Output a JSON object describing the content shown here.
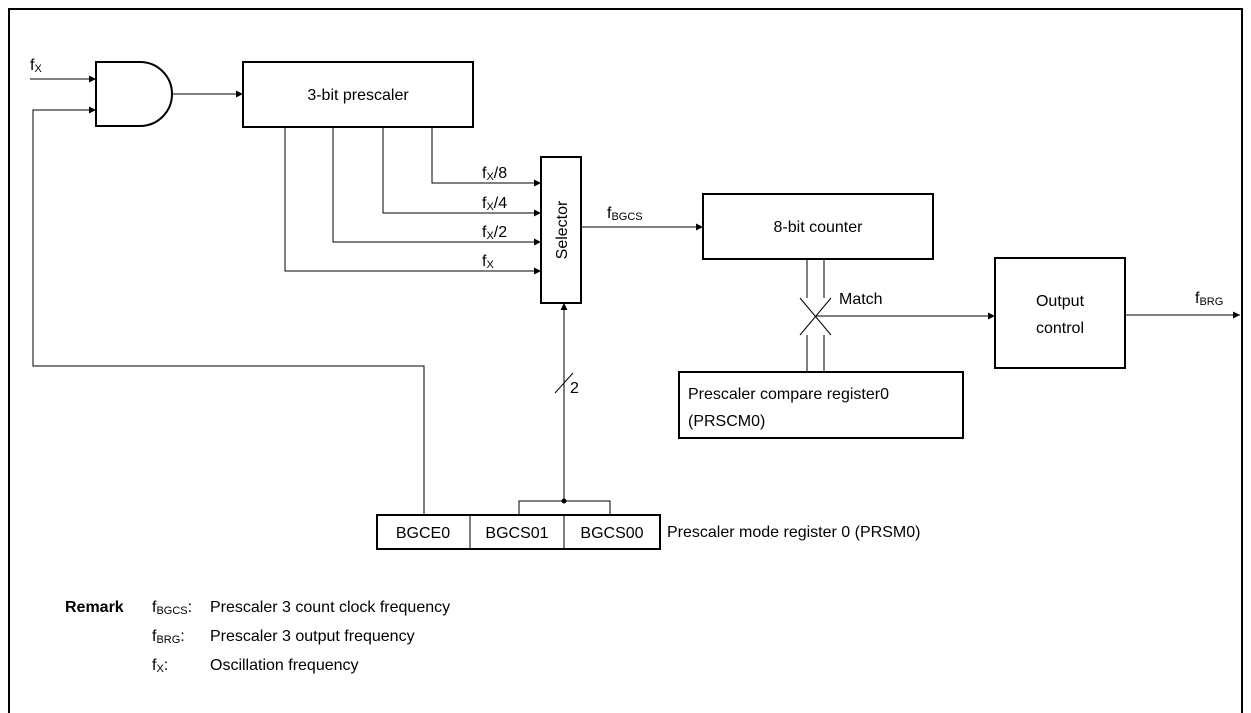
{
  "inputs": {
    "fx_in_main": "f",
    "fx_in_main_sub": "X"
  },
  "blocks": {
    "prescaler": "3-bit prescaler",
    "selector": "Selector",
    "counter": "8-bit counter",
    "output_control_line1": "Output",
    "output_control_line2": "control",
    "compare_reg_line1": "Prescaler compare register0",
    "compare_reg_line2": "(PRSCM0)"
  },
  "taps": {
    "fx8_main": "f",
    "fx8_sub": "X",
    "fx8_suffix": "/8",
    "fx4_main": "f",
    "fx4_sub": "X",
    "fx4_suffix": "/4",
    "fx2_main": "f",
    "fx2_sub": "X",
    "fx2_suffix": "/2",
    "fx1_main": "f",
    "fx1_sub": "X"
  },
  "signals": {
    "fbgcs_main": "f",
    "fbgcs_sub": "BGCS",
    "fbrg_main": "f",
    "fbrg_sub": "BRG",
    "match": "Match",
    "bus_width": "2"
  },
  "register": {
    "cells": [
      "BGCE0",
      "BGCS01",
      "BGCS00"
    ],
    "name": "Prescaler mode register 0 (PRSM0)"
  },
  "remark": {
    "title": "Remark",
    "items": [
      {
        "sym_main": "f",
        "sym_sub": "BGCS",
        "sep": ":",
        "desc": "Prescaler 3 count clock frequency"
      },
      {
        "sym_main": "f",
        "sym_sub": "BRG",
        "sep": ":",
        "desc": "Prescaler 3 output frequency"
      },
      {
        "sym_main": "f",
        "sym_sub": "X",
        "sep": ":",
        "desc": "Oscillation frequency"
      }
    ]
  }
}
